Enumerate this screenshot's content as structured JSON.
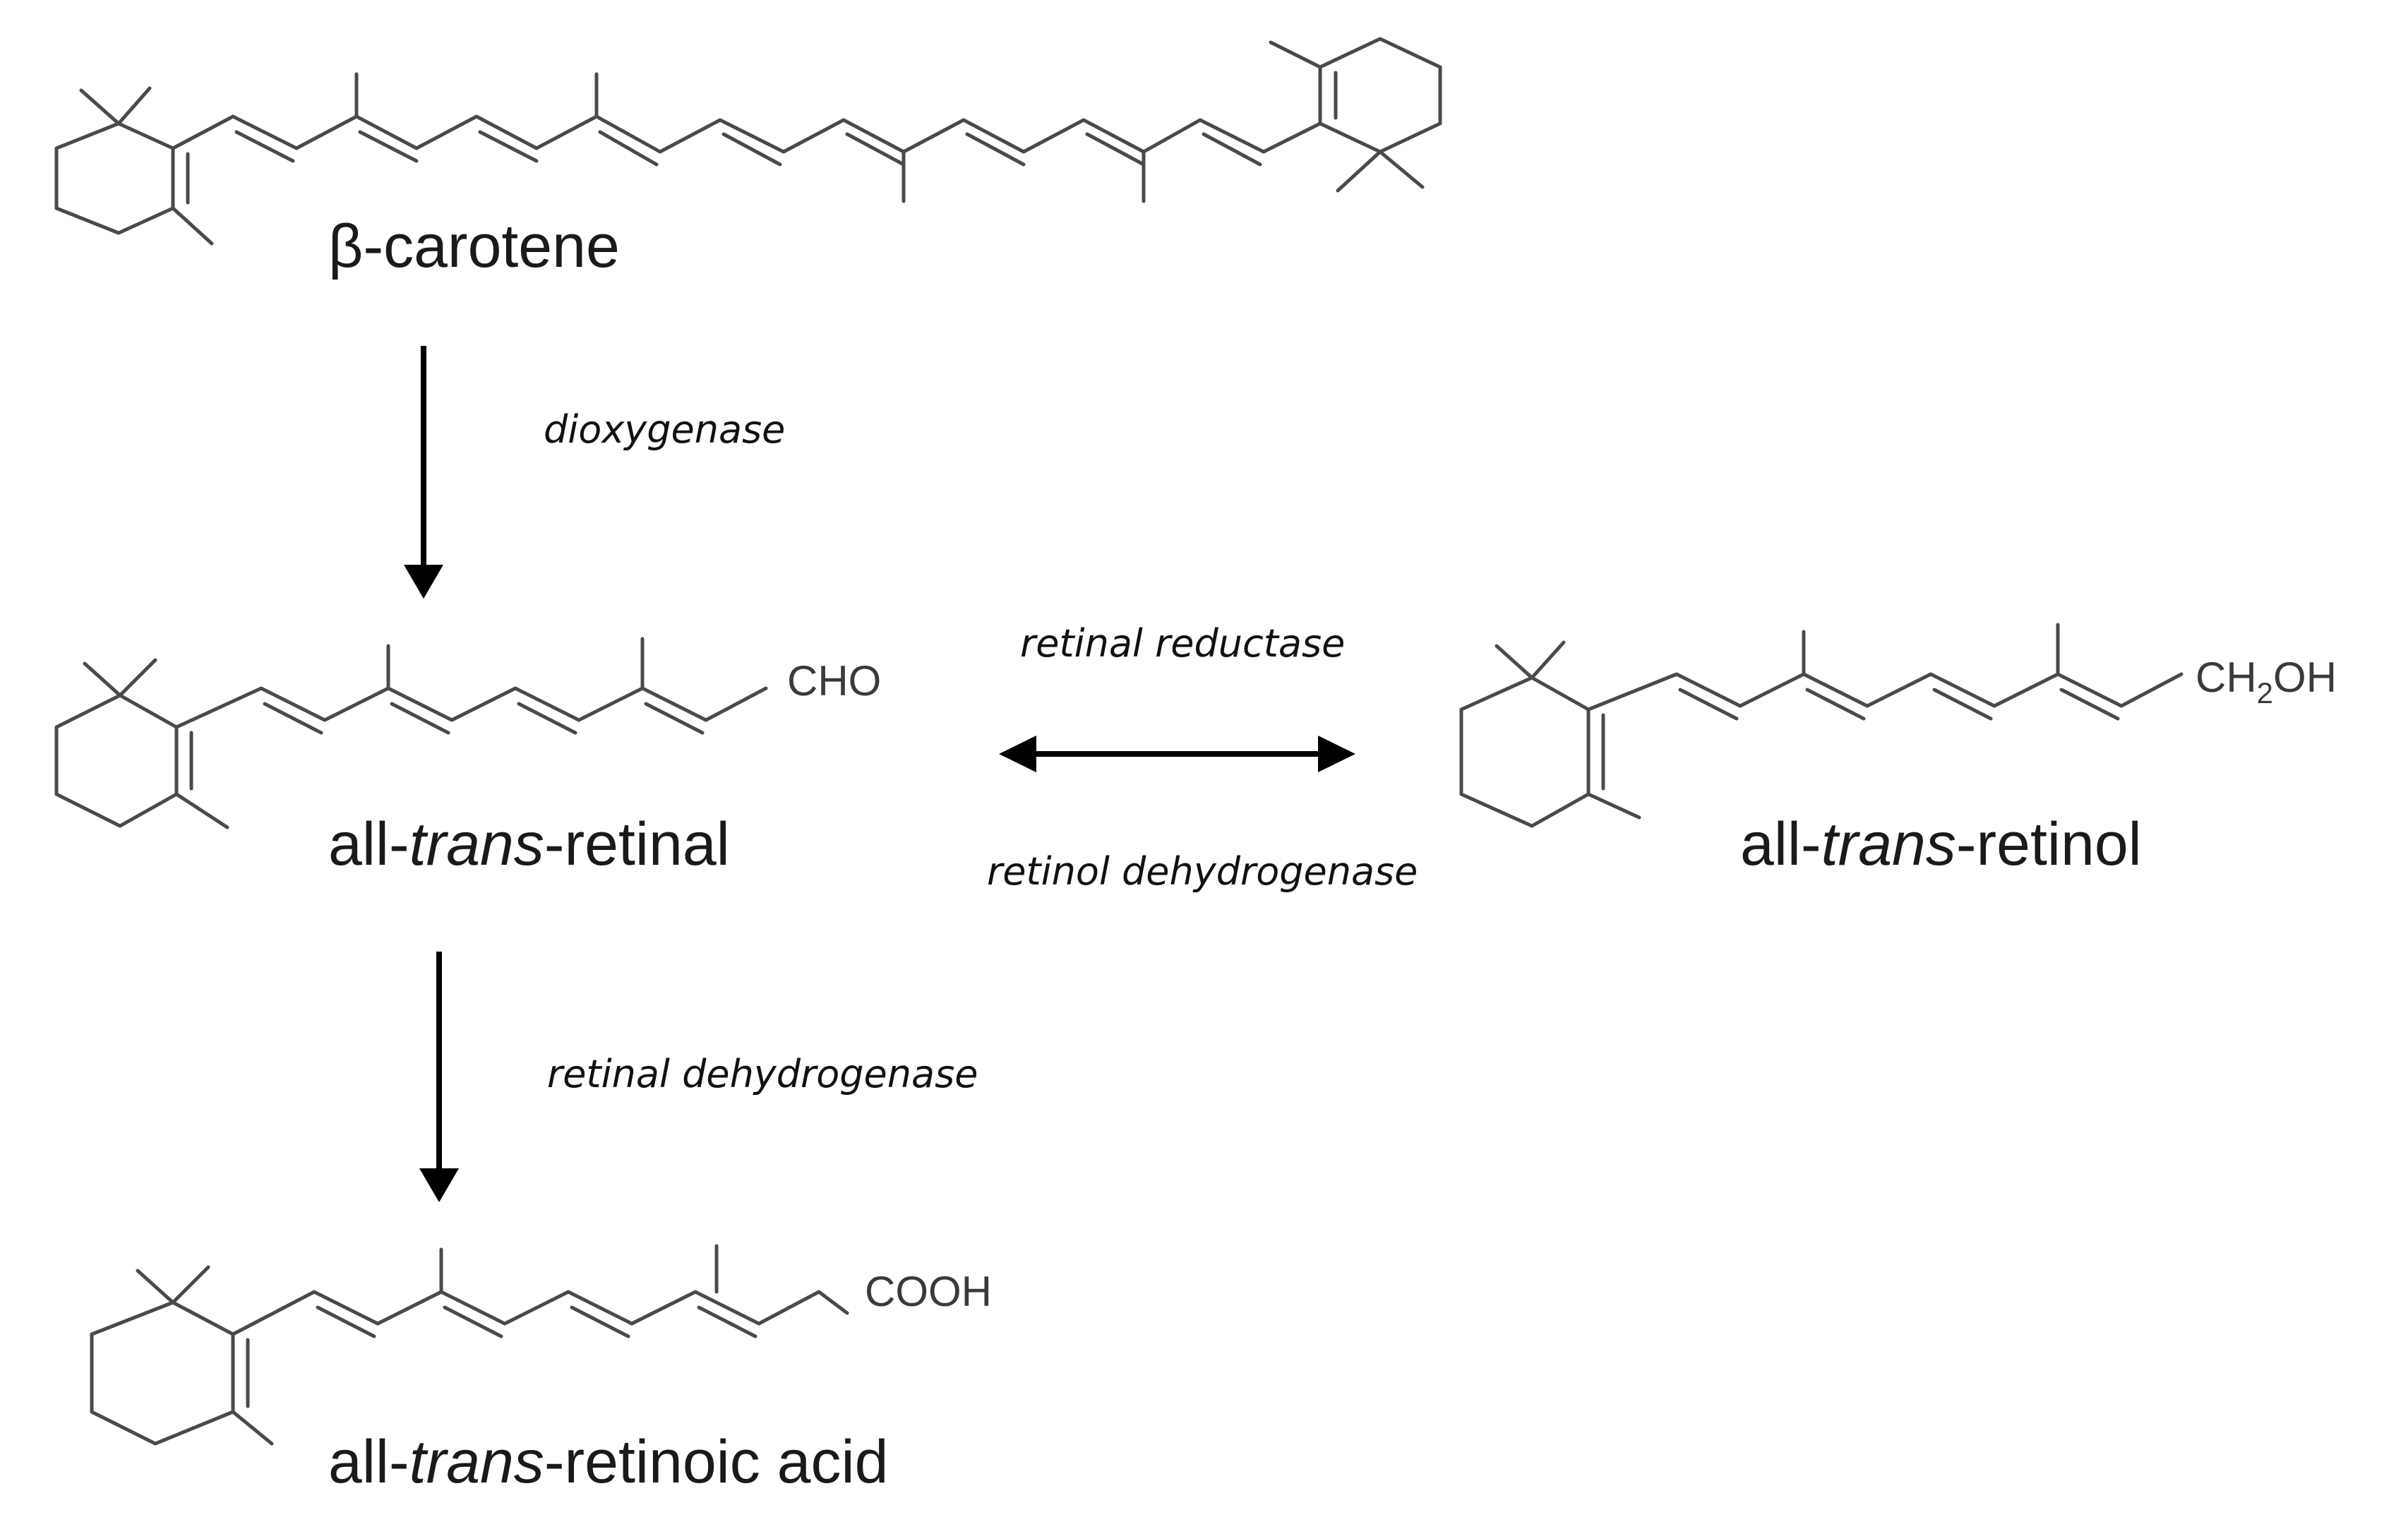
{
  "compounds": {
    "beta_carotene": {
      "label": "β-carotene"
    },
    "retinal": {
      "prefix": "all-",
      "italic": "trans",
      "suffix": "-retinal",
      "group": "CHO"
    },
    "retinol": {
      "prefix": "all-",
      "italic": "trans",
      "suffix": "-retinol",
      "group_pre": "CH",
      "group_sub": "2",
      "group_post": "OH"
    },
    "retinoic_acid": {
      "prefix": "all-",
      "italic": "trans",
      "suffix": "-retinoic acid",
      "group": "COOH"
    }
  },
  "enzymes": {
    "dioxygenase": "dioxygenase",
    "retinal_reductase": "retinal reductase",
    "retinol_dehydrogenase": "retinol dehydrogenase",
    "retinal_dehydrogenase": "retinal dehydrogenase"
  },
  "colors": {
    "bond": "#4a4a4a",
    "arrow": "#000000",
    "text": "#1a1a1a"
  }
}
